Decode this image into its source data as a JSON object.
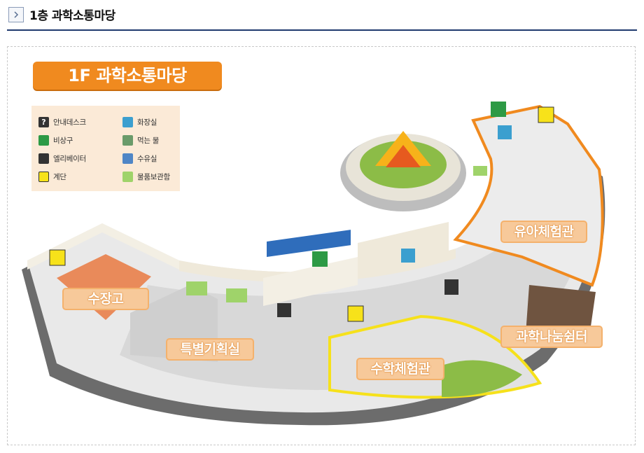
{
  "header": {
    "title": "1층 과학소통마당"
  },
  "map": {
    "banner": "1F 과학소통마당",
    "legend": [
      {
        "label": "안내데스크",
        "icon": "info-desk-icon"
      },
      {
        "label": "비상구",
        "icon": "emergency-exit-icon"
      },
      {
        "label": "엘리베이터",
        "icon": "elevator-icon"
      },
      {
        "label": "계단",
        "icon": "stairs-icon"
      },
      {
        "label": "화장실",
        "icon": "restroom-icon"
      },
      {
        "label": "먹는 물",
        "icon": "drinking-water-icon"
      },
      {
        "label": "수유실",
        "icon": "nursing-room-icon"
      },
      {
        "label": "물품보관함",
        "icon": "locker-icon"
      }
    ],
    "zones": {
      "storage": "수장고",
      "special_exhibit": "특별기획실",
      "math_hall": "수학체험관",
      "kids_hall": "유아체험관",
      "science_shelter": "과학나눔쉼터"
    }
  },
  "colors": {
    "banner": "#f08a1f",
    "zone_label_bg": "#f7c99a",
    "kids_outline": "#f08a1f",
    "math_outline": "#f6e11b",
    "header_rule": "#1f3a6e"
  }
}
